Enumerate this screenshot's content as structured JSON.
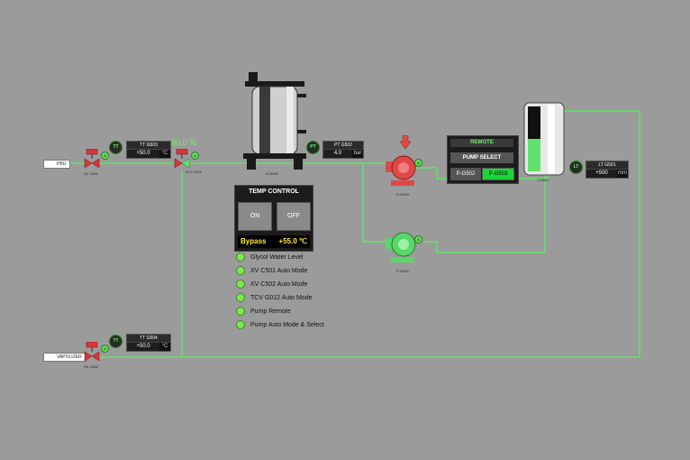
{
  "colors": {
    "pipe": "#5fe36d",
    "background": "#9b9b9b",
    "valve": "#d7353a",
    "pump_active": "#e04848",
    "pump_idle": "#59d76a"
  },
  "inlets": {
    "pbu": "PBU",
    "vaporizer": "VAPOLIZER"
  },
  "valves": {
    "xv_c501": "XV C501",
    "xv_c502": "XV C502",
    "tcv_g012": "TCV G012",
    "tcv_percent": "50.0 %"
  },
  "transmitters": {
    "tt_g503": {
      "symbol": "TT",
      "tag": "TT G503",
      "value": "+50.0",
      "unit": "°C"
    },
    "tt_g504": {
      "symbol": "TT",
      "tag": "TT G504",
      "value": "+50.0",
      "unit": "°C"
    },
    "pt_g502": {
      "symbol": "PT",
      "tag": "PT G502",
      "value": "4.0",
      "unit": "bar"
    },
    "lt_g501": {
      "symbol": "LT",
      "tag": "LT G501",
      "value": "+500",
      "unit": "mm"
    }
  },
  "equipment": {
    "heater": "H-G504",
    "pump_1": "P-G503",
    "pump_2": "P-G502",
    "tank": "T-G501"
  },
  "auto_badge": "A",
  "temp_control": {
    "title": "TEMP CONTROL",
    "on": "ON",
    "off": "OFF",
    "mode": "Bypass",
    "setpoint": "+55.0 ℃"
  },
  "pump_panel": {
    "remote": "REMOTE",
    "select_title": "PUMP SELECT",
    "opt1": "P-G502",
    "opt2": "P-G503",
    "selected": "P-G503"
  },
  "indicators": [
    "Glycol Water Level",
    "XV C501 Auto Mode",
    "XV C502 Auto Mode",
    "TCV G012 Auto Mode",
    "Pump Remote",
    "Pump Auto Mode & Select"
  ],
  "tank_level_fraction": 0.5
}
